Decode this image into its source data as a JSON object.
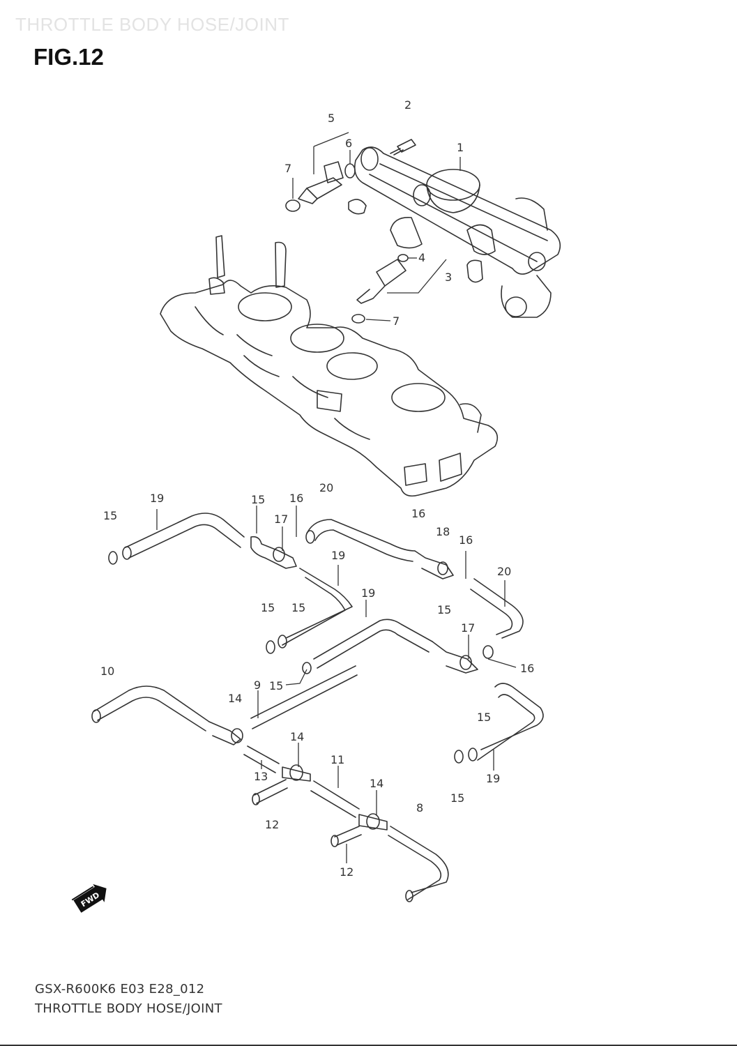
{
  "header": {
    "watermark": "THROTTLE BODY HOSE/JOINT",
    "figure_label": "FIG.12"
  },
  "footer": {
    "model_code": "GSX-R600K6 E03 E28_012",
    "title": "THROTTLE BODY HOSE/JOINT"
  },
  "badge": {
    "label": "FWD",
    "icon": "fwd-arrow-icon"
  },
  "callouts": [
    "2",
    "5",
    "6",
    "1",
    "7",
    "4",
    "3",
    "7",
    "20",
    "19",
    "15",
    "15",
    "16",
    "17",
    "16",
    "18",
    "16",
    "19",
    "20",
    "19",
    "15",
    "15",
    "15",
    "17",
    "16",
    "10",
    "9",
    "15",
    "14",
    "15",
    "14",
    "11",
    "13",
    "14",
    "15",
    "8",
    "12",
    "19",
    "12"
  ]
}
